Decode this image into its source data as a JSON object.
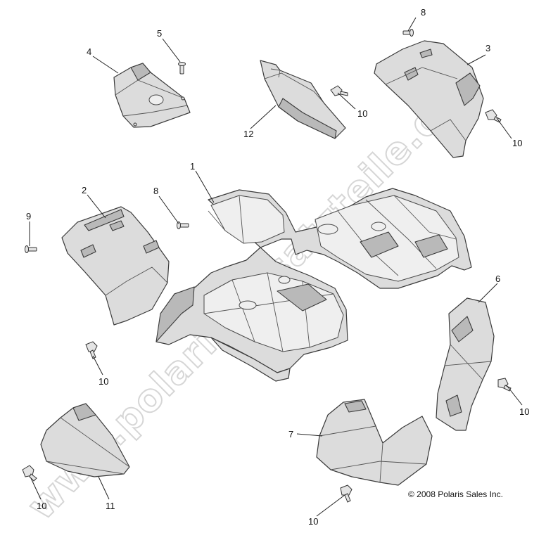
{
  "watermark": "www.polaris-ersatzteile.de",
  "copyright": "© 2008 Polaris Sales Inc.",
  "callouts": {
    "c1": "1",
    "c2": "2",
    "c3": "3",
    "c4": "4",
    "c5": "5",
    "c6": "6",
    "c7": "7",
    "c8a": "8",
    "c8b": "8",
    "c9": "9",
    "c10a": "10",
    "c10b": "10",
    "c10c": "10",
    "c10d": "10",
    "c10e": "10",
    "c10f": "10",
    "c11": "11",
    "c12": "12"
  }
}
